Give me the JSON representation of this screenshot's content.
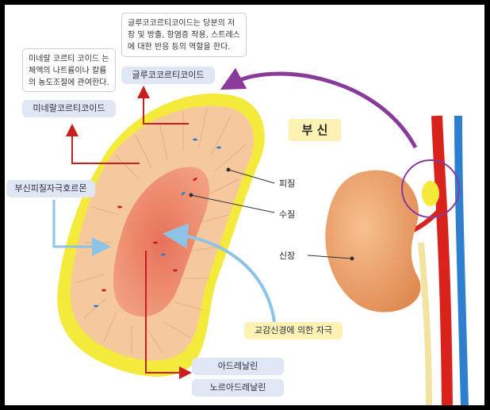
{
  "title": "부 신",
  "notes": {
    "mineralocorticoid_note": "미네랄 코르티 코이드 는 체액의 나트륨이나 칼륨의 농도조절에 관여한다.",
    "glucocorticoid_note": "글루코코르티코이드는 당분의 저장 및 방출, 항염증 작용, 스트레스에 대한 반응 등의 역할을 한다."
  },
  "pills": {
    "mineralocorticoid": "미네랄코르티코이드",
    "glucocorticoid": "글루코코르티코이드",
    "acth": "부신피질자극호르몬",
    "sympathetic": "교감신경에 의한 자극",
    "adrenaline": "아드레날린",
    "noradrenaline": "노르아드레날린"
  },
  "labels": {
    "cortex": "피질",
    "medulla": "수질",
    "kidney": "신장"
  },
  "colors": {
    "capsule": "#f4ea3c",
    "cortex": "#f6c89e",
    "medulla": "#e9826a",
    "artery": "#d9221c",
    "vein": "#2f7fd0",
    "arrow_red": "#c81e1e",
    "arrow_blue": "#8ec3e8",
    "arrow_purple": "#8a3a9a",
    "kidney": "#f0a470"
  }
}
